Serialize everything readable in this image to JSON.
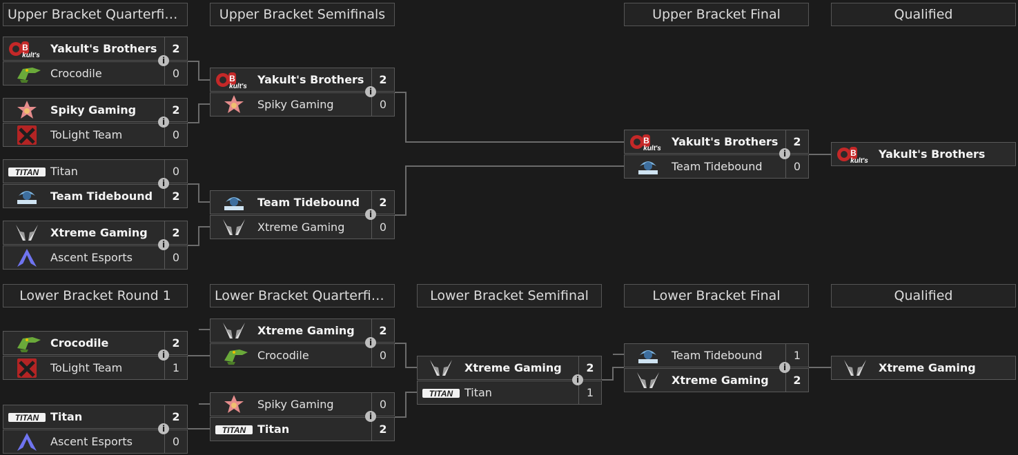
{
  "upper": {
    "rounds": [
      {
        "id": "ub-qf",
        "title": "Upper Bracket Quarterfinals"
      },
      {
        "id": "ub-sf",
        "title": "Upper Bracket Semifinals"
      },
      {
        "id": "ub-f",
        "title": "Upper Bracket Final"
      },
      {
        "id": "ub-q",
        "title": "Qualified"
      }
    ],
    "matches": [
      {
        "round": "ub-qf",
        "teams": [
          {
            "name": "Yakult's Brothers",
            "logo": "yakult",
            "score": "2",
            "win": true
          },
          {
            "name": "Crocodile",
            "logo": "crocodile",
            "score": "0",
            "win": false
          }
        ]
      },
      {
        "round": "ub-qf",
        "teams": [
          {
            "name": "Spiky Gaming",
            "logo": "spiky",
            "score": "2",
            "win": true
          },
          {
            "name": "ToLight Team",
            "logo": "tolight",
            "score": "0",
            "win": false
          }
        ]
      },
      {
        "round": "ub-qf",
        "teams": [
          {
            "name": "Titan",
            "logo": "titan",
            "score": "0",
            "win": false
          },
          {
            "name": "Team Tidebound",
            "logo": "tidebound",
            "score": "2",
            "win": true
          }
        ]
      },
      {
        "round": "ub-qf",
        "teams": [
          {
            "name": "Xtreme Gaming",
            "logo": "xtreme",
            "score": "2",
            "win": true
          },
          {
            "name": "Ascent Esports",
            "logo": "ascent",
            "score": "0",
            "win": false
          }
        ]
      },
      {
        "round": "ub-sf",
        "teams": [
          {
            "name": "Yakult's Brothers",
            "logo": "yakult",
            "score": "2",
            "win": true
          },
          {
            "name": "Spiky Gaming",
            "logo": "spiky",
            "score": "0",
            "win": false
          }
        ]
      },
      {
        "round": "ub-sf",
        "teams": [
          {
            "name": "Team Tidebound",
            "logo": "tidebound",
            "score": "2",
            "win": true
          },
          {
            "name": "Xtreme Gaming",
            "logo": "xtreme",
            "score": "0",
            "win": false
          }
        ]
      },
      {
        "round": "ub-f",
        "teams": [
          {
            "name": "Yakult's Brothers",
            "logo": "yakult",
            "score": "2",
            "win": true
          },
          {
            "name": "Team Tidebound",
            "logo": "tidebound",
            "score": "0",
            "win": false
          }
        ]
      }
    ],
    "qualified": {
      "name": "Yakult's Brothers",
      "logo": "yakult"
    }
  },
  "lower": {
    "rounds": [
      {
        "id": "lb-r1",
        "title": "Lower Bracket Round 1"
      },
      {
        "id": "lb-qf",
        "title": "Lower Bracket Quarterfinals"
      },
      {
        "id": "lb-sf",
        "title": "Lower Bracket Semifinal"
      },
      {
        "id": "lb-f",
        "title": "Lower Bracket Final"
      },
      {
        "id": "lb-q",
        "title": "Qualified"
      }
    ],
    "matches": [
      {
        "round": "lb-r1",
        "teams": [
          {
            "name": "Crocodile",
            "logo": "crocodile",
            "score": "2",
            "win": true
          },
          {
            "name": "ToLight Team",
            "logo": "tolight",
            "score": "1",
            "win": false
          }
        ]
      },
      {
        "round": "lb-r1",
        "teams": [
          {
            "name": "Titan",
            "logo": "titan",
            "score": "2",
            "win": true
          },
          {
            "name": "Ascent Esports",
            "logo": "ascent",
            "score": "0",
            "win": false
          }
        ]
      },
      {
        "round": "lb-qf",
        "teams": [
          {
            "name": "Xtreme Gaming",
            "logo": "xtreme",
            "score": "2",
            "win": true
          },
          {
            "name": "Crocodile",
            "logo": "crocodile",
            "score": "0",
            "win": false
          }
        ]
      },
      {
        "round": "lb-qf",
        "teams": [
          {
            "name": "Spiky Gaming",
            "logo": "spiky",
            "score": "0",
            "win": false
          },
          {
            "name": "Titan",
            "logo": "titan",
            "score": "2",
            "win": true
          }
        ]
      },
      {
        "round": "lb-sf",
        "teams": [
          {
            "name": "Xtreme Gaming",
            "logo": "xtreme",
            "score": "2",
            "win": true
          },
          {
            "name": "Titan",
            "logo": "titan",
            "score": "1",
            "win": false
          }
        ]
      },
      {
        "round": "lb-f",
        "teams": [
          {
            "name": "Team Tidebound",
            "logo": "tidebound",
            "score": "1",
            "win": false
          },
          {
            "name": "Xtreme Gaming",
            "logo": "xtreme",
            "score": "2",
            "win": true
          }
        ]
      }
    ],
    "qualified": {
      "name": "Xtreme Gaming",
      "logo": "xtreme"
    }
  },
  "info_icon": "i"
}
